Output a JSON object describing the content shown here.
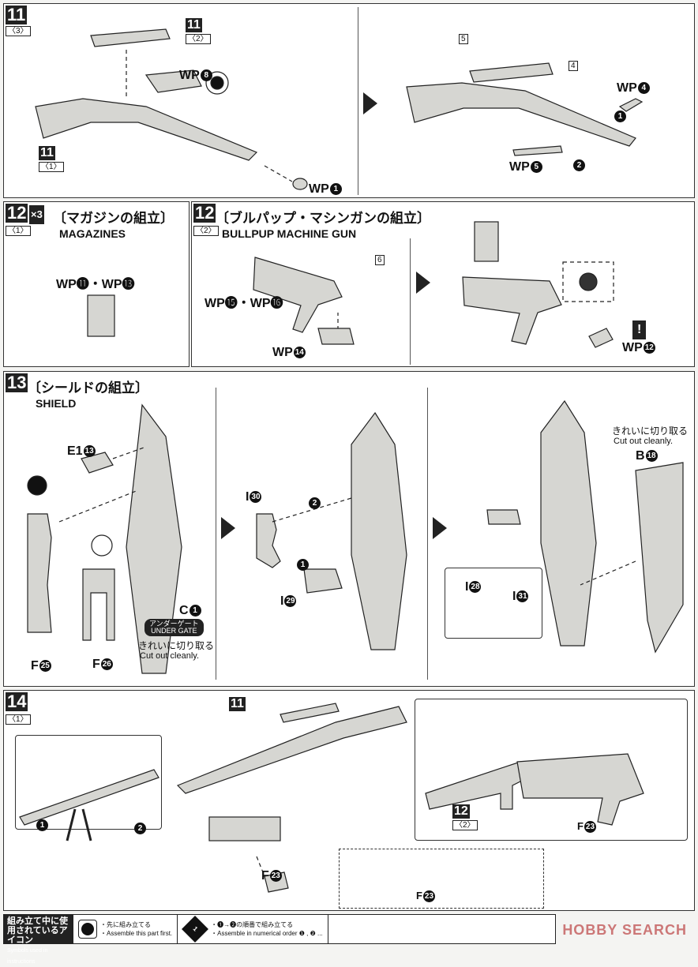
{
  "step11": {
    "step": "11",
    "sub": "〈3〉",
    "ref_step": "11",
    "ref_sub": "〈2〉",
    "ref2_step": "11",
    "ref2_sub": "〈1〉",
    "labels": [
      {
        "prefix": "WP",
        "num": "8"
      },
      {
        "prefix": "WP",
        "num": "1"
      },
      {
        "prefix": "WP",
        "num": "4"
      },
      {
        "prefix": "WP",
        "num": "5"
      }
    ],
    "tags": [
      "5",
      "4"
    ],
    "order": [
      "1",
      "2"
    ]
  },
  "step12a": {
    "step": "12",
    "sub": "〈1〉",
    "multiplier": "×3",
    "title_jp": "〔マガジンの組立〕",
    "title_en": "MAGAZINES",
    "label": "WP⓫・WP⓭"
  },
  "step12b": {
    "step": "12",
    "sub": "〈2〉",
    "title_jp": "〔ブルパップ・マシンガンの組立〕",
    "title_en": "BULLPUP MACHINE GUN",
    "labels": [
      {
        "text": "WP⓯・WP⓰"
      },
      {
        "prefix": "WP",
        "num": "14"
      },
      {
        "prefix": "WP",
        "num": "12"
      }
    ],
    "tag": "6",
    "caution": "!"
  },
  "step13": {
    "step": "13",
    "title_jp": "〔シールドの組立〕",
    "title_en": "SHIELD",
    "labels": [
      {
        "prefix": "E1",
        "num": "13"
      },
      {
        "prefix": "C",
        "num": "1"
      },
      {
        "prefix": "F",
        "num": "25"
      },
      {
        "prefix": "F",
        "num": "26"
      },
      {
        "prefix": "I",
        "num": "30"
      },
      {
        "prefix": "I",
        "num": "29"
      },
      {
        "prefix": "B",
        "num": "18"
      },
      {
        "prefix": "I",
        "num": "28"
      },
      {
        "prefix": "I",
        "num": "31"
      }
    ],
    "gate_jp": "アンダーゲート",
    "gate_en": "UNDER GATE",
    "cut_jp": "きれいに切り取る",
    "cut_en": "Cut out cleanly.",
    "cut2_jp": "きれいに切り取る",
    "cut2_en": "Cut out cleanly.",
    "order": [
      "2",
      "1"
    ]
  },
  "step14": {
    "step": "14",
    "sub": "〈1〉",
    "ref_step": "11",
    "ref12_step": "12",
    "ref12_sub": "〈2〉",
    "labels": [
      {
        "prefix": "F",
        "num": "23"
      },
      {
        "prefix": "F",
        "num": "23"
      },
      {
        "prefix": "F",
        "num": "23"
      }
    ],
    "order": [
      "1",
      "2"
    ]
  },
  "legend": {
    "head_jp": "組み立て中に使用されているアイコン",
    "head_en": "Symbols used in instructions",
    "first_jp": "・先に組み立てる",
    "first_en": "・Assemble this part first.",
    "order_icon": "1",
    "order_jp": "・❶→❷の順番で組み立てる",
    "order_en": "・Assemble in numerical order ❶ , ❷ ..."
  },
  "watermark": "HOBBY SEARCH"
}
